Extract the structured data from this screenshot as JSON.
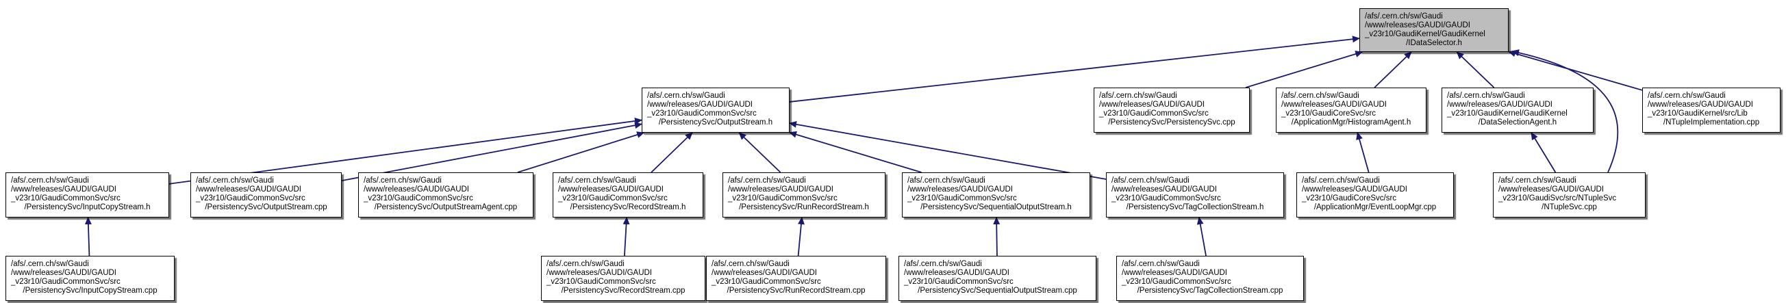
{
  "graph": {
    "title": "Doxygen include dependency graph for IDataSelector.h",
    "colors": {
      "edge": "#191970",
      "node_fill": "#ffffff",
      "root_fill": "#bdbdbd",
      "node_border": "#000000",
      "background": "#ffffff"
    },
    "nodes": [
      {
        "id": "idataselector_h",
        "kind": "root",
        "lines": [
          "/afs/.cern.ch/sw/Gaudi",
          "/www/releases/GAUDI/GAUDI",
          "_v23r10/GaudiKernel/GaudiKernel",
          "/IDataSelector.h"
        ]
      },
      {
        "id": "outputstream_h",
        "kind": "file",
        "lines": [
          "/afs/.cern.ch/sw/Gaudi",
          "/www/releases/GAUDI/GAUDI",
          "_v23r10/GaudiCommonSvc/src",
          "/PersistencySvc/OutputStream.h"
        ]
      },
      {
        "id": "persistencysvc_cpp",
        "kind": "file",
        "lines": [
          "/afs/.cern.ch/sw/Gaudi",
          "/www/releases/GAUDI/GAUDI",
          "_v23r10/GaudiCommonSvc/src",
          "/PersistencySvc/PersistencySvc.cpp"
        ]
      },
      {
        "id": "histogramagent_h",
        "kind": "file",
        "lines": [
          "/afs/.cern.ch/sw/Gaudi",
          "/www/releases/GAUDI/GAUDI",
          "_v23r10/GaudiCoreSvc/src",
          "/ApplicationMgr/HistogramAgent.h"
        ]
      },
      {
        "id": "dataselectionagent_h",
        "kind": "file",
        "lines": [
          "/afs/.cern.ch/sw/Gaudi",
          "/www/releases/GAUDI/GAUDI",
          "_v23r10/GaudiKernel/GaudiKernel",
          "/DataSelectionAgent.h"
        ]
      },
      {
        "id": "ntupleimplementation_cpp",
        "kind": "file",
        "lines": [
          "/afs/.cern.ch/sw/Gaudi",
          "/www/releases/GAUDI/GAUDI",
          "_v23r10/GaudiKernel/src/Lib",
          "/NTupleImplementation.cpp"
        ]
      },
      {
        "id": "inputcopystream_h",
        "kind": "file",
        "lines": [
          "/afs/.cern.ch/sw/Gaudi",
          "/www/releases/GAUDI/GAUDI",
          "_v23r10/GaudiCommonSvc/src",
          "/PersistencySvc/InputCopyStream.h"
        ]
      },
      {
        "id": "outputstream_cpp",
        "kind": "file",
        "lines": [
          "/afs/.cern.ch/sw/Gaudi",
          "/www/releases/GAUDI/GAUDI",
          "_v23r10/GaudiCommonSvc/src",
          "/PersistencySvc/OutputStream.cpp"
        ]
      },
      {
        "id": "outputstreamagent_cpp",
        "kind": "file",
        "lines": [
          "/afs/.cern.ch/sw/Gaudi",
          "/www/releases/GAUDI/GAUDI",
          "_v23r10/GaudiCommonSvc/src",
          "/PersistencySvc/OutputStreamAgent.cpp"
        ]
      },
      {
        "id": "recordstream_h",
        "kind": "file",
        "lines": [
          "/afs/.cern.ch/sw/Gaudi",
          "/www/releases/GAUDI/GAUDI",
          "_v23r10/GaudiCommonSvc/src",
          "/PersistencySvc/RecordStream.h"
        ]
      },
      {
        "id": "runrecordstream_h",
        "kind": "file",
        "lines": [
          "/afs/.cern.ch/sw/Gaudi",
          "/www/releases/GAUDI/GAUDI",
          "_v23r10/GaudiCommonSvc/src",
          "/PersistencySvc/RunRecordStream.h"
        ]
      },
      {
        "id": "sequentialoutputstream_h",
        "kind": "file",
        "lines": [
          "/afs/.cern.ch/sw/Gaudi",
          "/www/releases/GAUDI/GAUDI",
          "_v23r10/GaudiCommonSvc/src",
          "/PersistencySvc/SequentialOutputStream.h"
        ]
      },
      {
        "id": "tagcollectionstream_h",
        "kind": "file",
        "lines": [
          "/afs/.cern.ch/sw/Gaudi",
          "/www/releases/GAUDI/GAUDI",
          "_v23r10/GaudiCommonSvc/src",
          "/PersistencySvc/TagCollectionStream.h"
        ]
      },
      {
        "id": "eventloopmgr_cpp",
        "kind": "file",
        "lines": [
          "/afs/.cern.ch/sw/Gaudi",
          "/www/releases/GAUDI/GAUDI",
          "_v23r10/GaudiCoreSvc/src",
          "/ApplicationMgr/EventLoopMgr.cpp"
        ]
      },
      {
        "id": "ntuplesvc_cpp",
        "kind": "file",
        "lines": [
          "/afs/.cern.ch/sw/Gaudi",
          "/www/releases/GAUDI/GAUDI",
          "_v23r10/GaudiSvc/src/NTupleSvc",
          "/NTupleSvc.cpp"
        ]
      },
      {
        "id": "inputcopystream_cpp",
        "kind": "file",
        "lines": [
          "/afs/.cern.ch/sw/Gaudi",
          "/www/releases/GAUDI/GAUDI",
          "_v23r10/GaudiCommonSvc/src",
          "/PersistencySvc/InputCopyStream.cpp"
        ]
      },
      {
        "id": "recordstream_cpp",
        "kind": "file",
        "lines": [
          "/afs/.cern.ch/sw/Gaudi",
          "/www/releases/GAUDI/GAUDI",
          "_v23r10/GaudiCommonSvc/src",
          "/PersistencySvc/RecordStream.cpp"
        ]
      },
      {
        "id": "runrecordstream_cpp",
        "kind": "file",
        "lines": [
          "/afs/.cern.ch/sw/Gaudi",
          "/www/releases/GAUDI/GAUDI",
          "_v23r10/GaudiCommonSvc/src",
          "/PersistencySvc/RunRecordStream.cpp"
        ]
      },
      {
        "id": "sequentialoutputstream_cpp",
        "kind": "file",
        "lines": [
          "/afs/.cern.ch/sw/Gaudi",
          "/www/releases/GAUDI/GAUDI",
          "_v23r10/GaudiCommonSvc/src",
          "/PersistencySvc/SequentialOutputStream.cpp"
        ]
      },
      {
        "id": "tagcollectionstream_cpp",
        "kind": "file",
        "lines": [
          "/afs/.cern.ch/sw/Gaudi",
          "/www/releases/GAUDI/GAUDI",
          "_v23r10/GaudiCommonSvc/src",
          "/PersistencySvc/TagCollectionStream.cpp"
        ]
      }
    ],
    "edges": [
      {
        "from": "outputstream_h",
        "to": "idataselector_h"
      },
      {
        "from": "persistencysvc_cpp",
        "to": "idataselector_h"
      },
      {
        "from": "histogramagent_h",
        "to": "idataselector_h"
      },
      {
        "from": "dataselectionagent_h",
        "to": "idataselector_h"
      },
      {
        "from": "ntupleimplementation_cpp",
        "to": "idataselector_h"
      },
      {
        "from": "ntuplesvc_cpp",
        "to": "idataselector_h"
      },
      {
        "from": "inputcopystream_h",
        "to": "outputstream_h"
      },
      {
        "from": "outputstream_cpp",
        "to": "outputstream_h"
      },
      {
        "from": "outputstreamagent_cpp",
        "to": "outputstream_h"
      },
      {
        "from": "recordstream_h",
        "to": "outputstream_h"
      },
      {
        "from": "runrecordstream_h",
        "to": "outputstream_h"
      },
      {
        "from": "sequentialoutputstream_h",
        "to": "outputstream_h"
      },
      {
        "from": "tagcollectionstream_h",
        "to": "outputstream_h"
      },
      {
        "from": "eventloopmgr_cpp",
        "to": "histogramagent_h"
      },
      {
        "from": "ntuplesvc_cpp",
        "to": "dataselectionagent_h"
      },
      {
        "from": "inputcopystream_cpp",
        "to": "inputcopystream_h"
      },
      {
        "from": "recordstream_cpp",
        "to": "recordstream_h"
      },
      {
        "from": "runrecordstream_cpp",
        "to": "runrecordstream_h"
      },
      {
        "from": "sequentialoutputstream_cpp",
        "to": "sequentialoutputstream_h"
      },
      {
        "from": "tagcollectionstream_cpp",
        "to": "tagcollectionstream_h"
      }
    ]
  }
}
